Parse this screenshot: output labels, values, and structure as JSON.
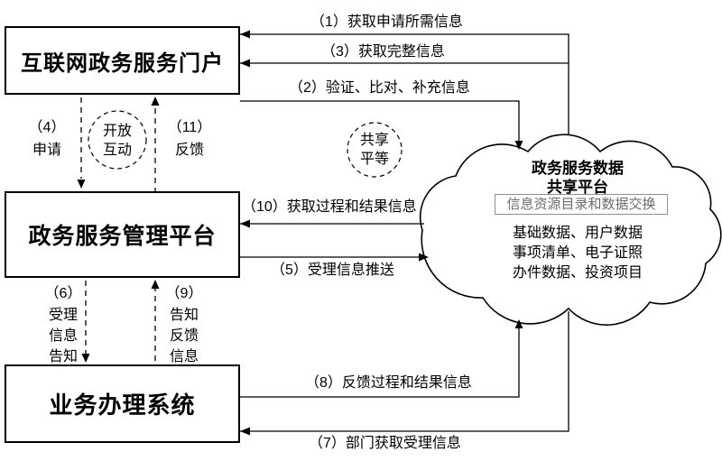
{
  "boxes": {
    "portal": "互联网政务服务门户",
    "platform": "政务服务管理平台",
    "business": "业务办理系统"
  },
  "cloud": {
    "title1": "政务服务数据",
    "title2": "共享平台",
    "exchange_box": "信息资源目录和数据交换",
    "line1": "基础数据、用户数据",
    "line2": "事项清单、电子证照",
    "line3": "办件数据、投资项目"
  },
  "circles": {
    "open1": "开放",
    "open2": "互动",
    "share1": "共享",
    "share2": "平等"
  },
  "labels": {
    "a1": "（1）获取申请所需信息",
    "a2": "（2）验证、比对、补充信息",
    "a3": "（3）获取完整信息",
    "a4": [
      "（4）",
      "申请"
    ],
    "a5": "（5）受理信息推送",
    "a6": [
      "（6）",
      "受理",
      "信息",
      "告知"
    ],
    "a7": "（7）部门获取受理信息",
    "a8": "（8）反馈过程和结果信息",
    "a9": [
      "（9）",
      "告知",
      "反馈",
      "信息"
    ],
    "a10": "（10）获取过程和结果信息",
    "a11": [
      "（11）",
      "反馈"
    ]
  }
}
